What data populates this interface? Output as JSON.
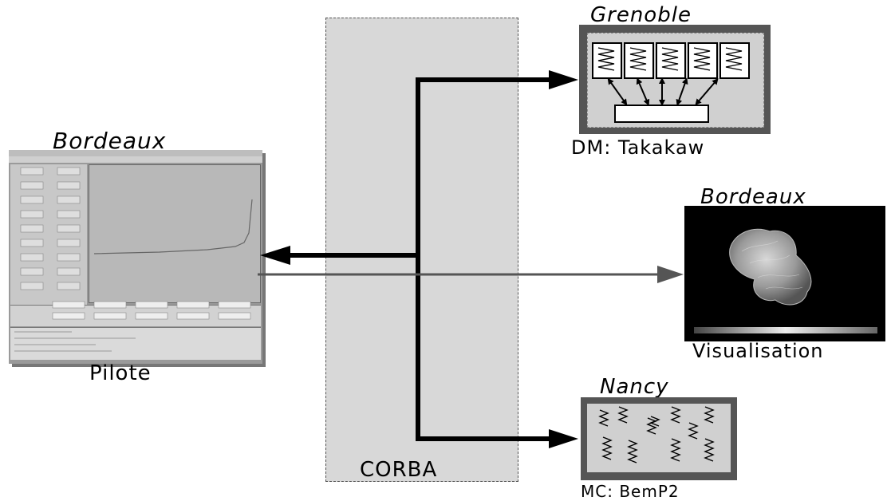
{
  "labels": {
    "bordeaux_left": "Bordeaux",
    "pilote": "Pilote",
    "grenoble": "Grenoble",
    "dm": "DM: Takakaw",
    "bordeaux_right": "Bordeaux",
    "visualisation": "Visualisation",
    "nancy": "Nancy",
    "mc": "MC: BemP2",
    "corba": "CORBA"
  },
  "colors": {
    "background": "#ffffff",
    "corba_fill": "#d8d8d8",
    "site_frame": "#555555",
    "site_inner": "#d0d0d0",
    "arrow_black": "#000000",
    "arrow_grey": "#555555",
    "vis_background": "#000000"
  },
  "icons": {
    "pilote": "pilote-app-window",
    "grenoble": "parallel-processors-icon",
    "visualisation": "molecule-visualisation-image",
    "nancy": "zigzag-processes-icon"
  }
}
